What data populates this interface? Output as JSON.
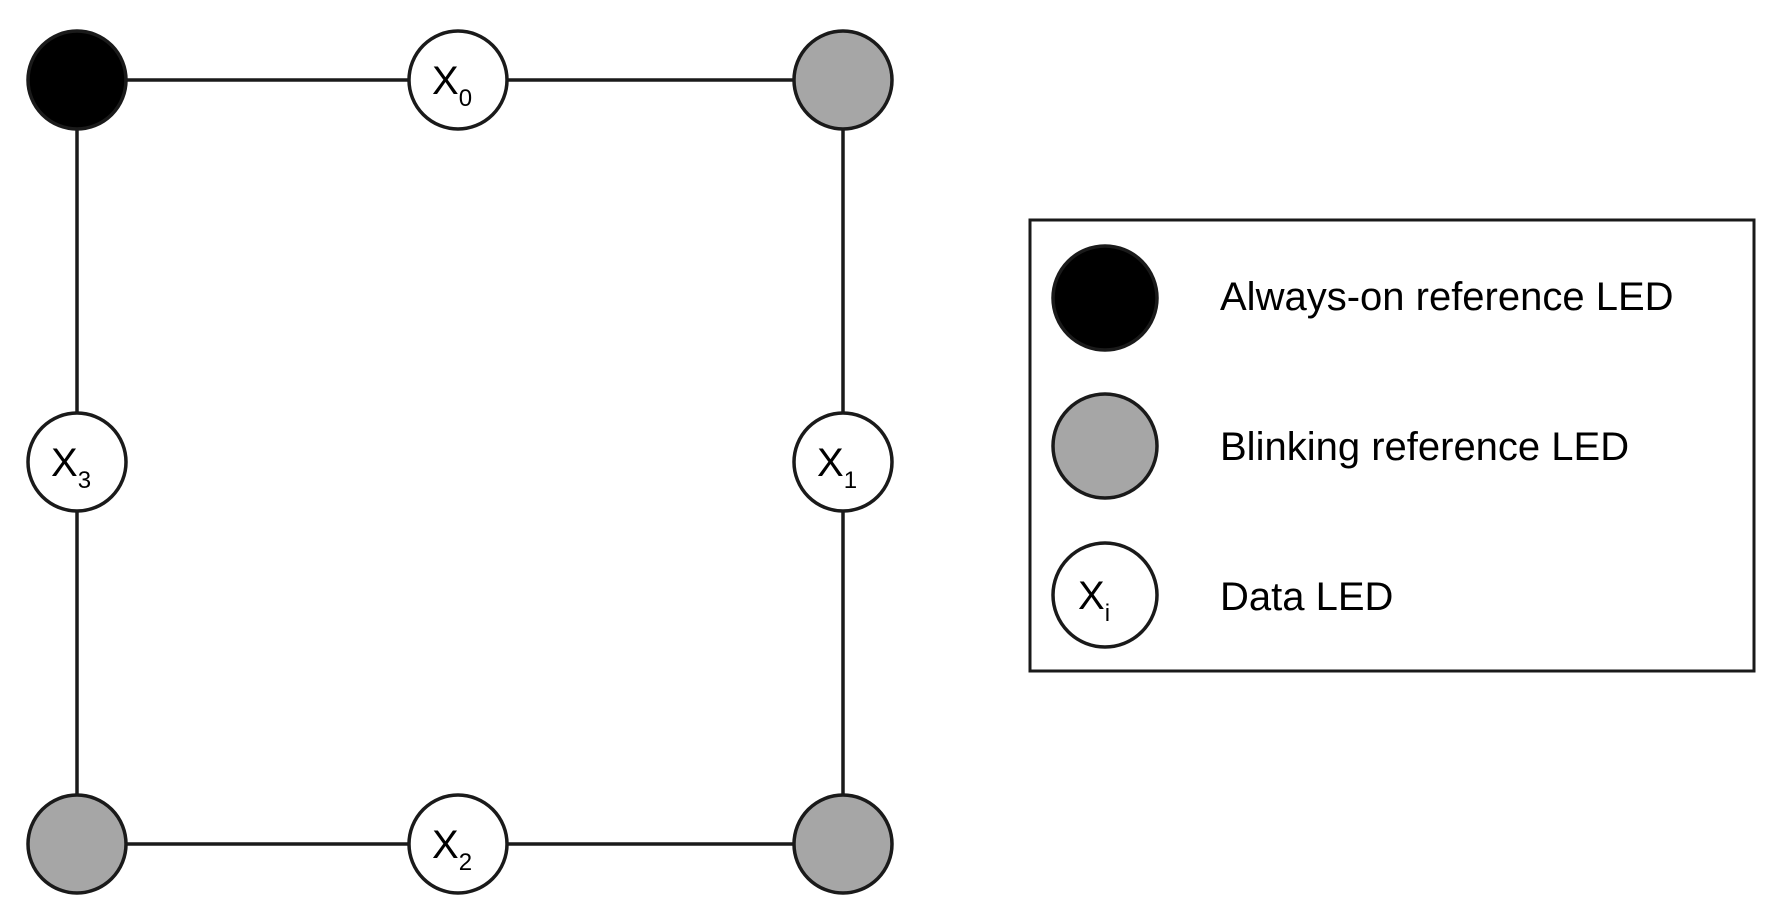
{
  "colors": {
    "always_on": "#000000",
    "blinking": "#a6a6a6",
    "data": "#ffffff",
    "stroke": "#1a1a1a"
  },
  "leds": {
    "x0": {
      "main": "X",
      "sub": "0"
    },
    "x1": {
      "main": "X",
      "sub": "1"
    },
    "x2": {
      "main": "X",
      "sub": "2"
    },
    "x3": {
      "main": "X",
      "sub": "3"
    },
    "xi": {
      "main": "X",
      "sub": "i"
    }
  },
  "legend": {
    "always_on_label": "Always-on reference LED",
    "blinking_label": "Blinking reference LED",
    "data_label": "Data LED"
  }
}
